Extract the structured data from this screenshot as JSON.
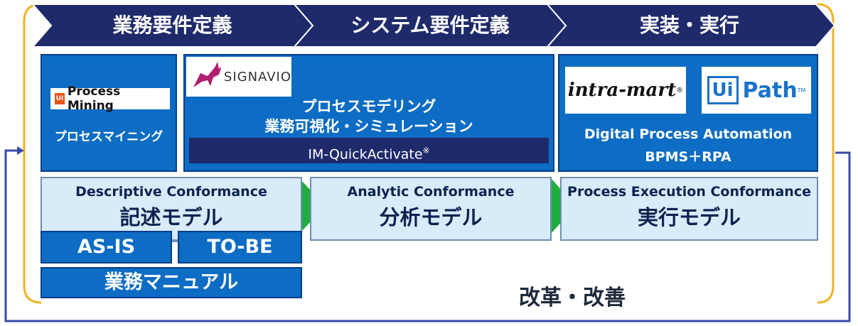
{
  "phases": [
    {
      "label": "業務要件定義"
    },
    {
      "label": "システム要件定義"
    },
    {
      "label": "実装・実行"
    }
  ],
  "tools": {
    "process_mining": {
      "logo_text": "Process Mining",
      "logo_mark": "UI",
      "label": "プロセスマイニング"
    },
    "signavio": {
      "logo_text": "SIGNAVIO",
      "line1": "プロセスモデリング",
      "line2": "業務可視化・シミュレーション",
      "sub_label": "IM-QuickActivate",
      "sub_mark": "※"
    },
    "dpa": {
      "intramart_logo": "intra-mart",
      "intramart_mark": "®",
      "uipath_ui": "Ui",
      "uipath_path": "Path",
      "uipath_tm": "TM",
      "line1": "Digital Process Automation",
      "line2": "BPMS＋RPA"
    }
  },
  "models": [
    {
      "en": "Descriptive Conformance",
      "jp": "記述モデル"
    },
    {
      "en": "Analytic Conformance",
      "jp": "分析モデル"
    },
    {
      "en": "Process Execution Conformance",
      "jp": "実行モデル"
    }
  ],
  "tags": {
    "as_is": "AS-IS",
    "to_be": "TO-BE",
    "manual": "業務マニュアル"
  },
  "loop_label": "改革・改善",
  "colors": {
    "chevron_navy": "#1f2a6b",
    "panel_blue": "#0d6cc3",
    "panel_dark": "#083f86",
    "model_fill": "#d8ebf9",
    "arrow_green": "#1fae3e",
    "frame_gold": "#f0b323",
    "loop_navy": "#3a4aa8"
  }
}
